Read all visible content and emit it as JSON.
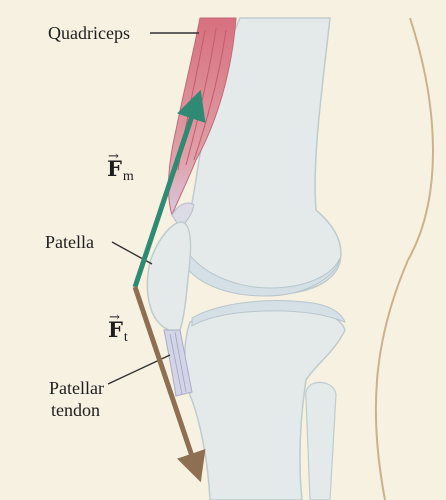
{
  "labels": {
    "quadriceps": "Quadriceps",
    "patella": "Patella",
    "patellar_tendon_line1": "Patellar",
    "patellar_tendon_line2": "tendon"
  },
  "vectors": {
    "muscle_force": {
      "symbol": "F",
      "subscript": "m",
      "arrow": "→",
      "color": "#2e8a72"
    },
    "tendon_force": {
      "symbol": "F",
      "subscript": "t",
      "arrow": "→",
      "color": "#8e6f52"
    }
  },
  "colors": {
    "background": "#f7f1e2",
    "bone": "#e4eae9",
    "cartilage": "#d5e0e6",
    "muscle": "#d9808f",
    "skin_outline": "#cbb28a"
  }
}
